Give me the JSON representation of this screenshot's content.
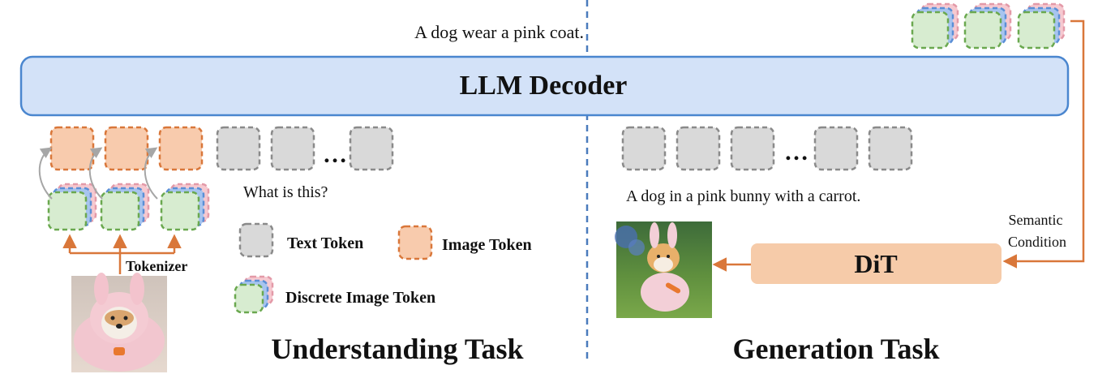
{
  "top_caption": "A dog wear a pink coat.",
  "llm_decoder_label": "LLM Decoder",
  "understanding": {
    "question": "What is this?",
    "ellipsis": "…",
    "tokenizer_label": "Tokenizer",
    "task_title": "Understanding Task",
    "image_description": "puppy in pink bunny costume"
  },
  "legend": {
    "text_token": "Text Token",
    "image_token": "Image Token",
    "discrete_image_token": "Discrete Image Token"
  },
  "generation": {
    "prompt": "A dog in a pink bunny with a carrot.",
    "ellipsis": "…",
    "semantic_line1": "Semantic",
    "semantic_line2": "Condition",
    "dit_label": "DiT",
    "task_title": "Generation Task",
    "image_description": "shiba in pink bunny suit holding carrot"
  },
  "colors": {
    "decoder_fill": "#d3e2f8",
    "decoder_stroke": "#4a86cf",
    "text_token_fill": "#d9d9d9",
    "text_token_stroke": "#8a8a8a",
    "image_token_fill": "#f8cbad",
    "image_token_stroke": "#d9773a",
    "discrete_green": "#d7ecd0",
    "discrete_green_stroke": "#6aa84f",
    "discrete_blue": "#a7c4ef",
    "discrete_pink": "#f6c9d0",
    "arrow_orange": "#d9773a",
    "arrow_gray": "#a6a6a6",
    "divider": "#4a7bbd",
    "dit_fill": "#f6cba9"
  }
}
